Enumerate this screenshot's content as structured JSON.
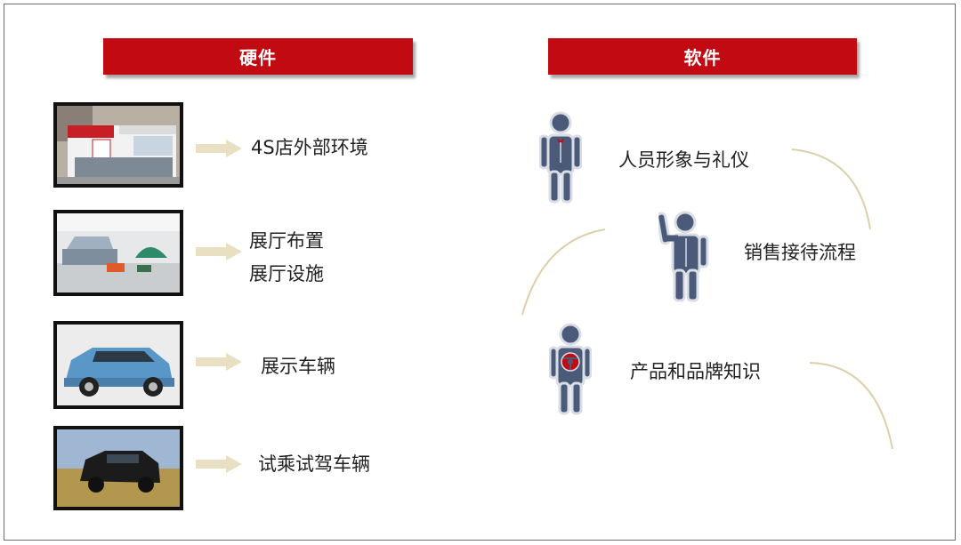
{
  "hardware": {
    "title": "硬件",
    "items": [
      {
        "label": "4S店外部环境"
      },
      {
        "label": "展厅布置",
        "label2": "展厅设施"
      },
      {
        "label": "展示车辆"
      },
      {
        "label": "试乘试驾车辆"
      }
    ]
  },
  "software": {
    "title": "软件",
    "items": [
      {
        "label": "人员形象与礼仪"
      },
      {
        "label": "销售接待流程"
      },
      {
        "label": "产品和品牌知识"
      }
    ]
  },
  "colors": {
    "header_red": "#c10a12",
    "arrow_beige": "#e9e0c4",
    "curve_tan": "#dccfaa",
    "figure_slate": "#4a5a78"
  }
}
